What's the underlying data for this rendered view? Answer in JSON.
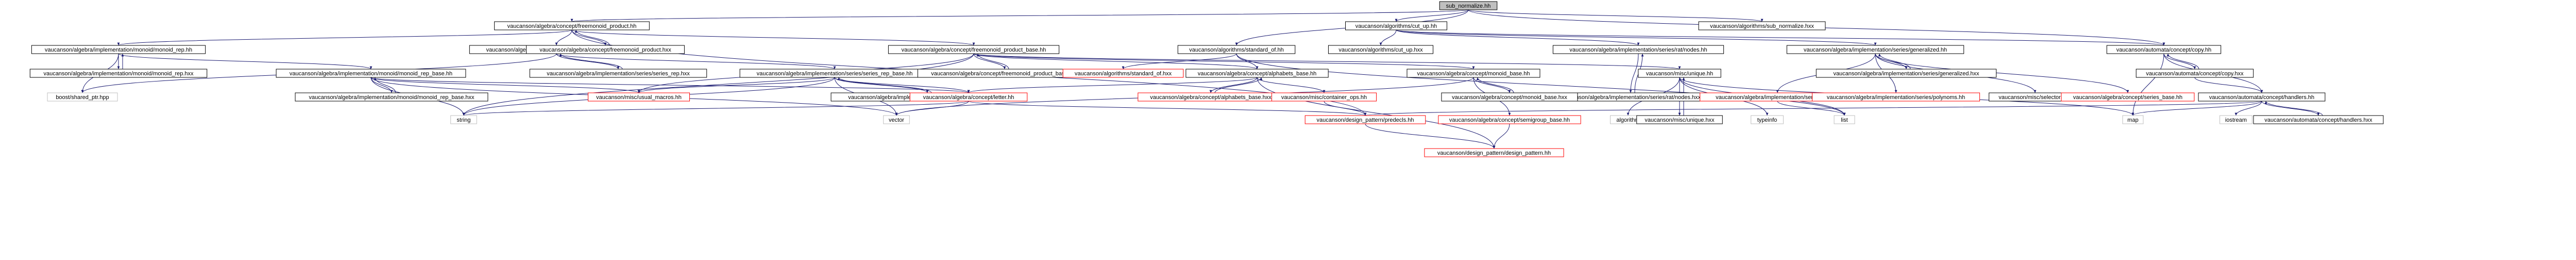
{
  "graph": {
    "root": "sub_normalize.hh",
    "nodes": [
      {
        "id": "root",
        "label": "sub_normalize.hh",
        "style": "root"
      },
      {
        "id": "fmp",
        "label": "vaucanson/algebra/concept/freemonoid_product.hh",
        "style": "normal"
      },
      {
        "id": "cutup",
        "label": "vaucanson/algorithms/cut_up.hh",
        "style": "normal"
      },
      {
        "id": "subnormhxx",
        "label": "vaucanson/algorithms/sub_normalize.hxx",
        "style": "normal"
      },
      {
        "id": "monoidrep",
        "label": "vaucanson/algebra/implementation/monoid/monoid_rep.hh",
        "style": "normal"
      },
      {
        "id": "seriesrep",
        "label": "vaucanson/algebra/implementation/series/series_rep.hh",
        "style": "normal"
      },
      {
        "id": "fmpbase",
        "label": "vaucanson/algebra/concept/freemonoid_product_base.hh",
        "style": "normal"
      },
      {
        "id": "fmphxx",
        "label": "vaucanson/algebra/concept/freemonoid_product.hxx",
        "style": "normal"
      },
      {
        "id": "stdof",
        "label": "vaucanson/algorithms/standard_of.hh",
        "style": "normal"
      },
      {
        "id": "cutuphxx",
        "label": "vaucanson/algorithms/cut_up.hxx",
        "style": "normal"
      },
      {
        "id": "retnodes",
        "label": "vaucanson/algebra/implementation/series/rat/nodes.hh",
        "style": "normal"
      },
      {
        "id": "generalized",
        "label": "vaucanson/algebra/implementation/series/generalized.hh",
        "style": "normal"
      },
      {
        "id": "copy",
        "label": "vaucanson/automata/concept/copy.hh",
        "style": "normal"
      },
      {
        "id": "monoidrephxx",
        "label": "vaucanson/algebra/implementation/monoid/monoid_rep.hxx",
        "style": "normal"
      },
      {
        "id": "monoidrepbase",
        "label": "vaucanson/algebra/implementation/monoid/monoid_rep_base.hh",
        "style": "normal"
      },
      {
        "id": "seriesrephxx",
        "label": "vaucanson/algebra/implementation/series/series_rep.hxx",
        "style": "normal"
      },
      {
        "id": "seriesrepbase",
        "label": "vaucanson/algebra/implementation/series/series_rep_base.hh",
        "style": "normal"
      },
      {
        "id": "fmpbasehxx",
        "label": "vaucanson/algebra/concept/freemonoid_product_base.hxx",
        "style": "normal"
      },
      {
        "id": "stdofhxx",
        "label": "vaucanson/algorithms/standard_of.hxx",
        "style": "red"
      },
      {
        "id": "alphabase",
        "label": "vaucanson/algebra/concept/alphabets_base.hh",
        "style": "normal"
      },
      {
        "id": "monoidbase",
        "label": "vaucanson/algebra/concept/monoid_base.hh",
        "style": "normal"
      },
      {
        "id": "uniquehh",
        "label": "vaucanson/misc/unique.hh",
        "style": "normal"
      },
      {
        "id": "retnodeshxx",
        "label": "vaucanson/algebra/implementation/series/rat/nodes.hxx",
        "style": "normal"
      },
      {
        "id": "generalizedhxx",
        "label": "vaucanson/algebra/implementation/series/generalized.hxx",
        "style": "normal"
      },
      {
        "id": "copyhxx",
        "label": "vaucanson/automata/concept/copy.hxx",
        "style": "normal"
      },
      {
        "id": "boostptr",
        "label": "boost/shared_ptr.hpp",
        "style": "grey"
      },
      {
        "id": "monoidrepbasehxx",
        "label": "vaucanson/algebra/implementation/monoid/monoid_rep_base.hxx",
        "style": "normal"
      },
      {
        "id": "usualmacros",
        "label": "vaucanson/misc/usual_macros.hh",
        "style": "red"
      },
      {
        "id": "seriesrepbasehxx",
        "label": "vaucanson/algebra/implementation/series/series_rep_base.hxx",
        "style": "normal"
      },
      {
        "id": "letter",
        "label": "vaucanson/algebra/concept/letter.hh",
        "style": "red"
      },
      {
        "id": "alphabasehxx",
        "label": "vaucanson/algebra/concept/alphabets_base.hxx",
        "style": "red"
      },
      {
        "id": "containerops",
        "label": "vaucanson/misc/container_ops.hh",
        "style": "red"
      },
      {
        "id": "monoidbasehxx",
        "label": "vaucanson/algebra/concept/monoid_base.hxx",
        "style": "normal"
      },
      {
        "id": "krat",
        "label": "vaucanson/algebra/implementation/series/krat.hh",
        "style": "red"
      },
      {
        "id": "polynoms",
        "label": "vaucanson/algebra/implementation/series/polynoms.hh",
        "style": "red"
      },
      {
        "id": "selectors",
        "label": "vaucanson/misc/selectors.hh",
        "style": "normal"
      },
      {
        "id": "seriesbase",
        "label": "vaucanson/algebra/concept/series_base.hh",
        "style": "red"
      },
      {
        "id": "handlershh",
        "label": "vaucanson/automata/concept/handlers.hh",
        "style": "normal"
      },
      {
        "id": "stringlib",
        "label": "string",
        "style": "grey"
      },
      {
        "id": "vectorlib",
        "label": "vector",
        "style": "grey"
      },
      {
        "id": "predefs",
        "label": "vaucanson/design_pattern/predecls.hh",
        "style": "red"
      },
      {
        "id": "semigroupbase",
        "label": "vaucanson/algebra/concept/semigroup_base.hh",
        "style": "red"
      },
      {
        "id": "algorithmlib",
        "label": "algorithm",
        "style": "grey"
      },
      {
        "id": "uniquehxx",
        "label": "vaucanson/misc/unique.hxx",
        "style": "normal"
      },
      {
        "id": "typeinfo",
        "label": "typeinfo",
        "style": "grey"
      },
      {
        "id": "listlib",
        "label": "list",
        "style": "grey"
      },
      {
        "id": "maplib",
        "label": "map",
        "style": "grey"
      },
      {
        "id": "iostream",
        "label": "iostream",
        "style": "grey"
      },
      {
        "id": "handlershxx",
        "label": "vaucanson/automata/concept/handlers.hxx",
        "style": "normal"
      },
      {
        "id": "designpattern",
        "label": "vaucanson/design_pattern/design_pattern.hh",
        "style": "red"
      }
    ],
    "edges": [
      [
        "root",
        "fmp"
      ],
      [
        "root",
        "cutup"
      ],
      [
        "root",
        "subnormhxx"
      ],
      [
        "root",
        "copy"
      ],
      [
        "root",
        "stdof"
      ],
      [
        "fmp",
        "monoidrep"
      ],
      [
        "fmp",
        "seriesrep"
      ],
      [
        "fmp",
        "fmpbase"
      ],
      [
        "fmp",
        "fmphxx"
      ],
      [
        "fmp",
        "predefs"
      ],
      [
        "fmphxx",
        "fmp"
      ],
      [
        "cutup",
        "cutuphxx"
      ],
      [
        "cutup",
        "retnodes"
      ],
      [
        "cutup",
        "generalized"
      ],
      [
        "cutup",
        "copy"
      ],
      [
        "monoidrep",
        "monoidrepbase"
      ],
      [
        "monoidrep",
        "monoidrephxx"
      ],
      [
        "monoidrep",
        "boostptr"
      ],
      [
        "monoidrephxx",
        "monoidrep"
      ],
      [
        "seriesrep",
        "seriesrepbase"
      ],
      [
        "seriesrep",
        "seriesrephxx"
      ],
      [
        "seriesrep",
        "boostptr"
      ],
      [
        "seriesrephxx",
        "seriesrep"
      ],
      [
        "fmpbase",
        "fmpbasehxx"
      ],
      [
        "fmpbase",
        "alphabase"
      ],
      [
        "fmpbase",
        "monoidbase"
      ],
      [
        "fmpbase",
        "uniquehh"
      ],
      [
        "fmpbase",
        "usualmacros"
      ],
      [
        "fmpbase",
        "stringlib"
      ],
      [
        "fmpbasehxx",
        "fmpbase"
      ],
      [
        "stdof",
        "stdofhxx"
      ],
      [
        "stdof",
        "alphabase"
      ],
      [
        "stdof",
        "listlib"
      ],
      [
        "retnodes",
        "retnodeshxx"
      ],
      [
        "retnodeshxx",
        "retnodes"
      ],
      [
        "generalized",
        "generalizedhxx"
      ],
      [
        "generalized",
        "krat"
      ],
      [
        "generalized",
        "polynoms"
      ],
      [
        "generalized",
        "selectors"
      ],
      [
        "generalized",
        "seriesbase"
      ],
      [
        "generalizedhxx",
        "generalized"
      ],
      [
        "copy",
        "copyhxx"
      ],
      [
        "copy",
        "handlershh"
      ],
      [
        "copy",
        "maplib"
      ],
      [
        "copyhxx",
        "copy"
      ],
      [
        "copyhxx",
        "handlershh"
      ],
      [
        "monoidrepbase",
        "monoidrepbasehxx"
      ],
      [
        "monoidrepbase",
        "usualmacros"
      ],
      [
        "monoidrepbase",
        "letter"
      ],
      [
        "monoidrepbase",
        "stringlib"
      ],
      [
        "monoidrepbase",
        "vectorlib"
      ],
      [
        "monoidrepbasehxx",
        "monoidrepbase"
      ],
      [
        "seriesrepbase",
        "seriesrepbasehxx"
      ],
      [
        "seriesrepbase",
        "usualmacros"
      ],
      [
        "seriesrepbase",
        "letter"
      ],
      [
        "seriesrepbase",
        "stringlib"
      ],
      [
        "seriesrepbase",
        "vectorlib"
      ],
      [
        "seriesrepbasehxx",
        "seriesrepbase"
      ],
      [
        "alphabase",
        "alphabasehxx"
      ],
      [
        "alphabase",
        "letter"
      ],
      [
        "alphabase",
        "containerops"
      ],
      [
        "alphabase",
        "designpattern"
      ],
      [
        "alphabasehxx",
        "alphabase"
      ],
      [
        "monoidbase",
        "monoidbasehxx"
      ],
      [
        "monoidbase",
        "semigroupbase"
      ],
      [
        "monoidbase",
        "vectorlib"
      ],
      [
        "monoidbasehxx",
        "monoidbase"
      ],
      [
        "uniquehh",
        "uniquehxx"
      ],
      [
        "uniquehh",
        "algorithmlib"
      ],
      [
        "uniquehh",
        "typeinfo"
      ],
      [
        "uniquehh",
        "listlib"
      ],
      [
        "uniquehh",
        "maplib"
      ],
      [
        "uniquehxx",
        "uniquehh"
      ],
      [
        "letter",
        "stringlib"
      ],
      [
        "letter",
        "vectorlib"
      ],
      [
        "letter",
        "predefs"
      ],
      [
        "containerops",
        "predefs"
      ],
      [
        "krat",
        "listlib"
      ],
      [
        "semigroupbase",
        "designpattern"
      ],
      [
        "handlershh",
        "handlershxx"
      ],
      [
        "handlershh",
        "iostream"
      ],
      [
        "handlershh",
        "maplib"
      ],
      [
        "handlershh",
        "predefs"
      ],
      [
        "handlershxx",
        "handlershh"
      ],
      [
        "predefs",
        "designpattern"
      ]
    ]
  }
}
